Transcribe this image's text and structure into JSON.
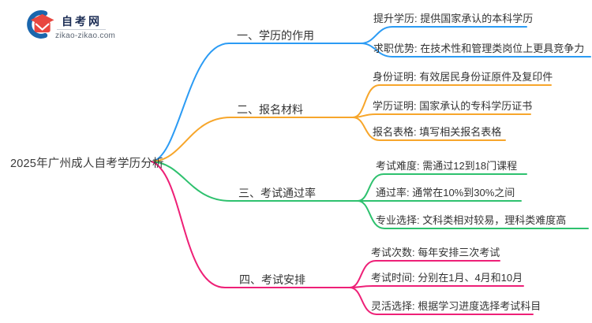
{
  "logo": {
    "name": "自考网",
    "domain": "zikao-zikao.com",
    "icon_crescent_color": "#1a66ad",
    "icon_cap_color": "#e8463f"
  },
  "root": {
    "title": "2025年广州成人自考学历分析"
  },
  "branches": [
    {
      "label": "一、学历的作用",
      "color": "#2b9bf4",
      "children": [
        "提升学历: 提供国家承认的本科学历",
        "求职优势: 在技术性和管理类岗位上更具竞争力"
      ]
    },
    {
      "label": "二、报名材料",
      "color": "#f7a62b",
      "children": [
        "身份证明: 有效居民身份证原件及复印件",
        "学历证明: 国家承认的专科学历证书",
        "报名表格: 填写相关报名表格"
      ]
    },
    {
      "label": "三、考试通过率",
      "color": "#2ec16e",
      "children": [
        "考试难度: 需通过12到18门课程",
        "通过率: 通常在10%到30%之间",
        "专业选择: 文科类相对较易，理科类难度高"
      ]
    },
    {
      "label": "四、考试安排",
      "color": "#ee2077",
      "children": [
        "考试次数: 每年安排三次考试",
        "考试时间: 分别在1月、4月和10月",
        "灵活选择: 根据学习进度选择考试科目"
      ]
    }
  ]
}
